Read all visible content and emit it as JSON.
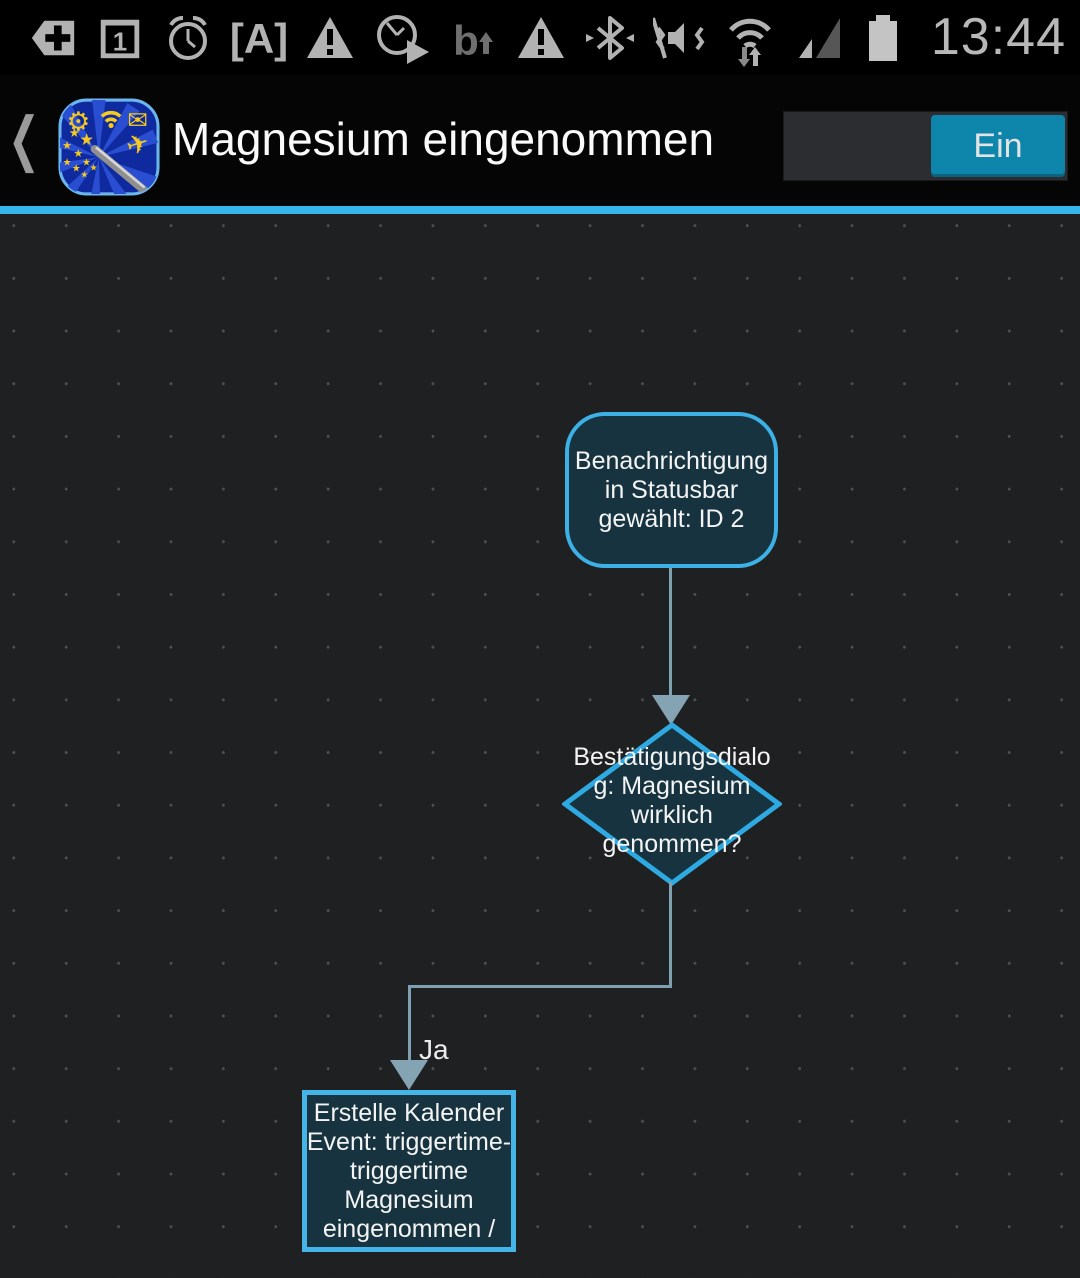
{
  "status_bar": {
    "time": "13:44",
    "icons": [
      "plus-badge-icon",
      "calendar-date-icon",
      "alarm-clock-icon",
      "bracket-a-icon",
      "warning-icon",
      "time-lapse-icon",
      "sync-rotation-icon",
      "warning-icon-2",
      "bluetooth-icon",
      "vibrate-mute-icon",
      "wifi-traffic-icon",
      "signal-strength-icon",
      "battery-icon"
    ]
  },
  "header": {
    "back_glyph": "❮",
    "title": "Magnesium eingenommen",
    "toggle_label": "Ein"
  },
  "flow": {
    "nodes": [
      {
        "id": "trigger",
        "shape": "rounded-rectangle",
        "text": "Benachrichtigung\nin Statusbar\ngewählt: ID 2"
      },
      {
        "id": "condition",
        "shape": "diamond",
        "text": "Bestätigungsdialo\ng: Magnesium\nwirklich\ngenommen?"
      },
      {
        "id": "action",
        "shape": "rectangle",
        "text": "Erstelle Kalender\nEvent: triggertime-\ntriggertime\nMagnesium\neingenommen /"
      }
    ],
    "edge_label": "Ja"
  },
  "colors": {
    "accent_blue": "#35b5e8",
    "node_border": "#3db0e6",
    "node_fill": "#16333f",
    "connector": "#7fa0b1",
    "toggle_on": "#0e86ab",
    "canvas_bg": "#1f2022"
  }
}
